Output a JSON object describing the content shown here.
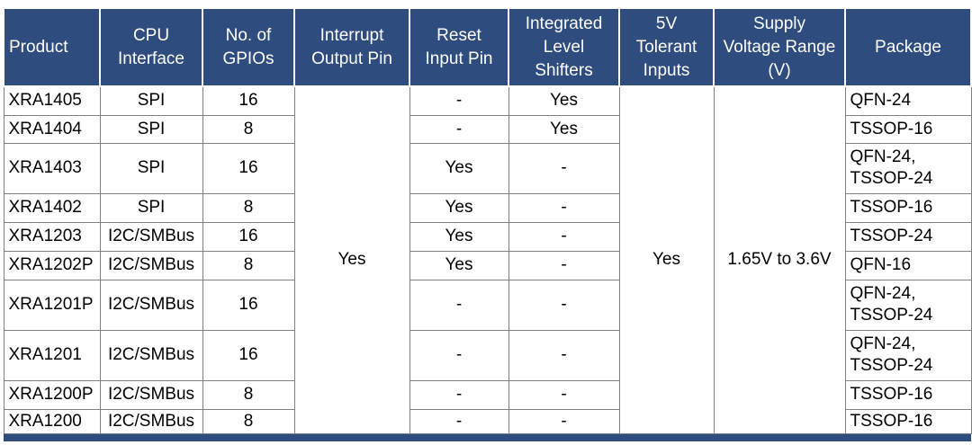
{
  "header": {
    "columns": [
      {
        "label": "Product"
      },
      {
        "label": "CPU\nInterface"
      },
      {
        "label": "No. of\nGPIOs"
      },
      {
        "label": "Interrupt\nOutput Pin"
      },
      {
        "label": "Reset\nInput Pin"
      },
      {
        "label": "Integrated\nLevel\nShifters"
      },
      {
        "label": "5V\nTolerant\nInputs"
      },
      {
        "label": "Supply\nVoltage Range\n(V)"
      },
      {
        "label": "Package"
      }
    ]
  },
  "rows": [
    {
      "product": "XRA1405",
      "cpu_interface": "SPI",
      "gpios": "16",
      "reset_input_pin": "-",
      "integrated_level_shifters": "Yes",
      "package": "QFN-24"
    },
    {
      "product": "XRA1404",
      "cpu_interface": "SPI",
      "gpios": "8",
      "reset_input_pin": "-",
      "integrated_level_shifters": "Yes",
      "package": "TSSOP-16"
    },
    {
      "product": "XRA1403",
      "cpu_interface": "SPI",
      "gpios": "16",
      "reset_input_pin": "Yes",
      "integrated_level_shifters": "-",
      "package": "QFN-24,\nTSSOP-24"
    },
    {
      "product": "XRA1402",
      "cpu_interface": "SPI",
      "gpios": "8",
      "reset_input_pin": "Yes",
      "integrated_level_shifters": "-",
      "package": "TSSOP-16"
    },
    {
      "product": "XRA1203",
      "cpu_interface": "I2C/SMBus",
      "gpios": "16",
      "reset_input_pin": "Yes",
      "integrated_level_shifters": "-",
      "package": "TSSOP-24"
    },
    {
      "product": "XRA1202P",
      "cpu_interface": "I2C/SMBus",
      "gpios": "8",
      "reset_input_pin": "Yes",
      "integrated_level_shifters": "-",
      "package": "QFN-16"
    },
    {
      "product": "XRA1201P",
      "cpu_interface": "I2C/SMBus",
      "gpios": "16",
      "reset_input_pin": "-",
      "integrated_level_shifters": "-",
      "package": "QFN-24,\nTSSOP-24"
    },
    {
      "product": "XRA1201",
      "cpu_interface": "I2C/SMBus",
      "gpios": "16",
      "reset_input_pin": "-",
      "integrated_level_shifters": "-",
      "package": "QFN-24,\nTSSOP-24"
    },
    {
      "product": "XRA1200P",
      "cpu_interface": "I2C/SMBus",
      "gpios": "8",
      "reset_input_pin": "-",
      "integrated_level_shifters": "-",
      "package": "TSSOP-16"
    },
    {
      "product": "XRA1200",
      "cpu_interface": "I2C/SMBus",
      "gpios": "8",
      "reset_input_pin": "-",
      "integrated_level_shifters": "-",
      "package": "TSSOP-16"
    }
  ],
  "merged": {
    "interrupt_output_pin": "Yes",
    "five_v_tolerant_inputs": "Yes",
    "supply_voltage_range": "1.65V to 3.6V"
  },
  "colors": {
    "header_bg": "#2E4C7D",
    "header_text": "#FFFFFF",
    "body_text": "#000000",
    "grid_line": "#808080",
    "bottom_bar": "#2E4C7D",
    "page_bg": "#FFFFFF"
  }
}
